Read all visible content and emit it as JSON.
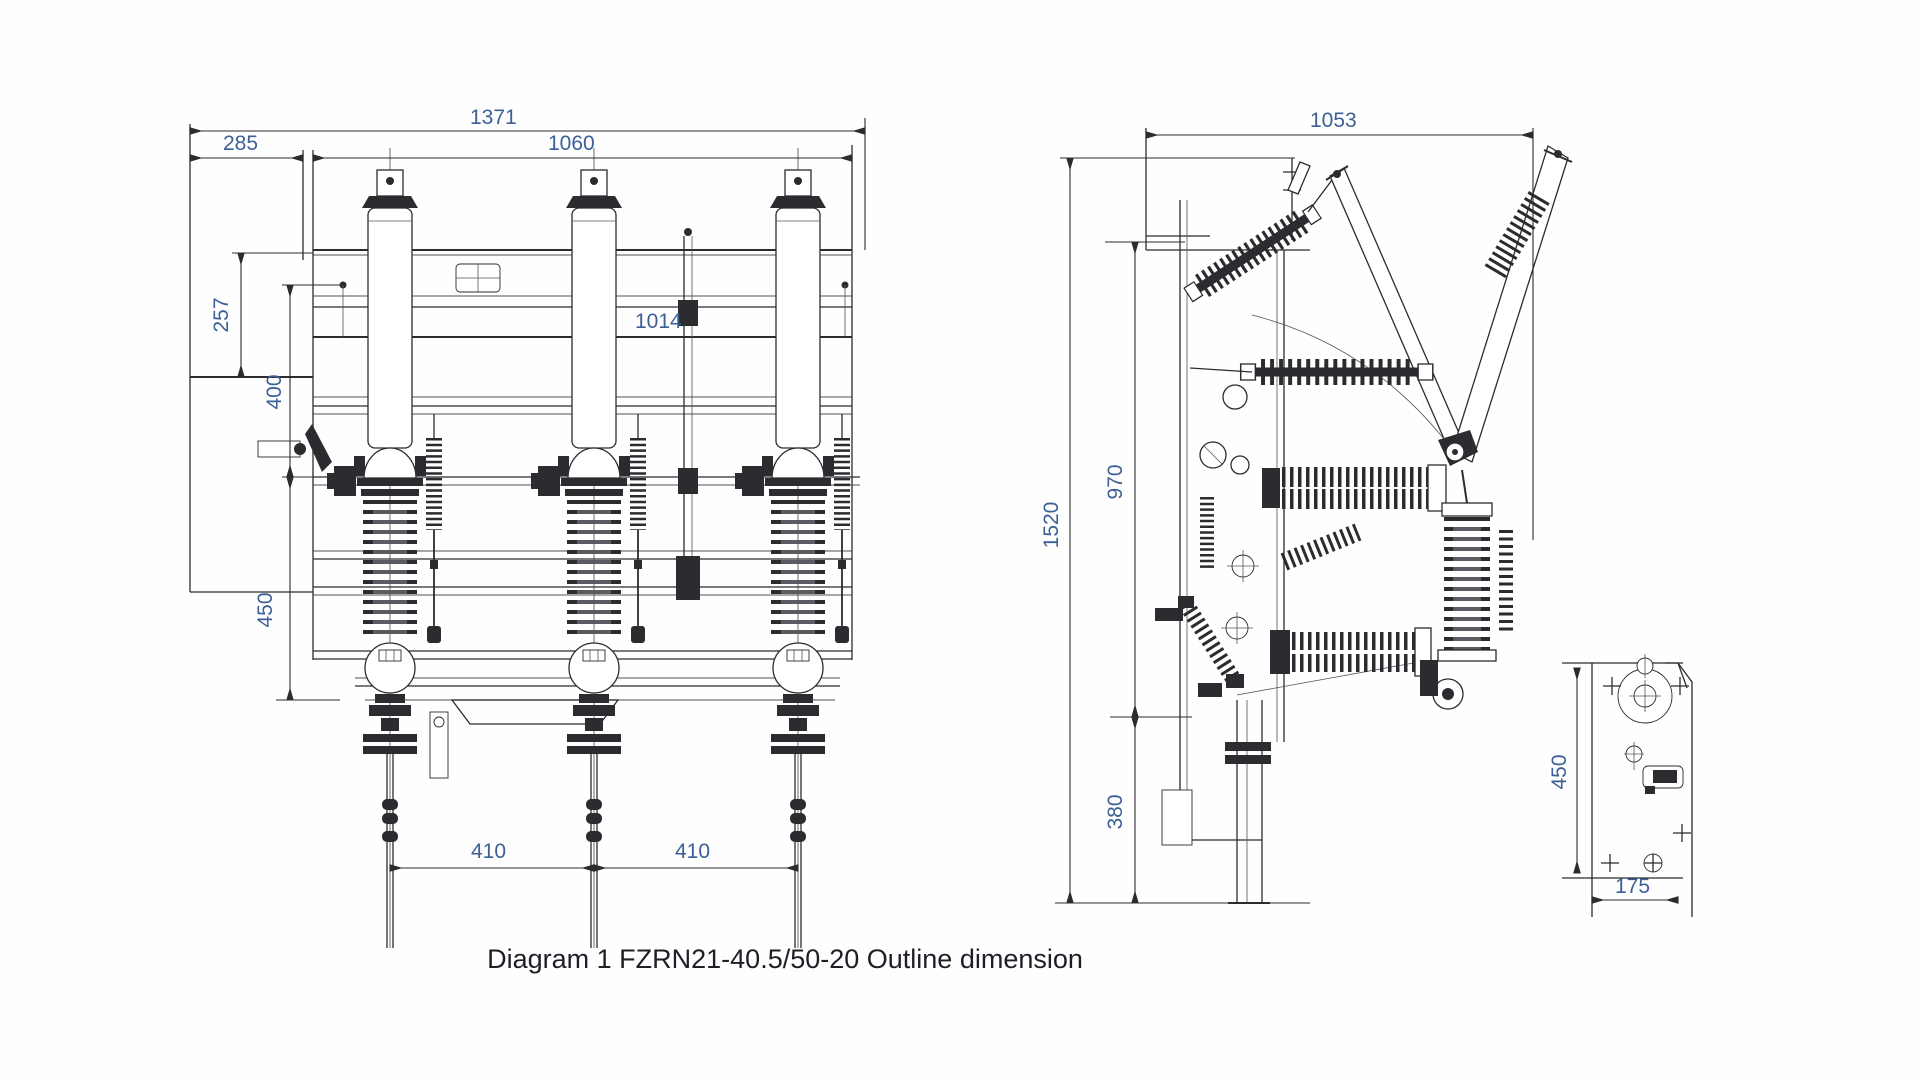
{
  "caption": "Diagram 1 FZRN21-40.5/50-20 Outline dimension",
  "colors": {
    "line": "#2c2c30",
    "dim_text": "#3c5f97",
    "caption_text": "#1e1e26",
    "background": "#fefefe"
  },
  "dims": {
    "front": {
      "overall_width": "1371",
      "side_offset": "285",
      "bushing_span": "1060",
      "upper_height": "257",
      "inner_width": "1014",
      "mid_height": "400",
      "lower_height": "450",
      "phase_spacing_a": "410",
      "phase_spacing_b": "410"
    },
    "side": {
      "overall_depth": "1053",
      "overall_height": "1520",
      "frame_height": "970",
      "base_height": "380"
    },
    "bracket": {
      "height": "450",
      "width": "175"
    }
  }
}
